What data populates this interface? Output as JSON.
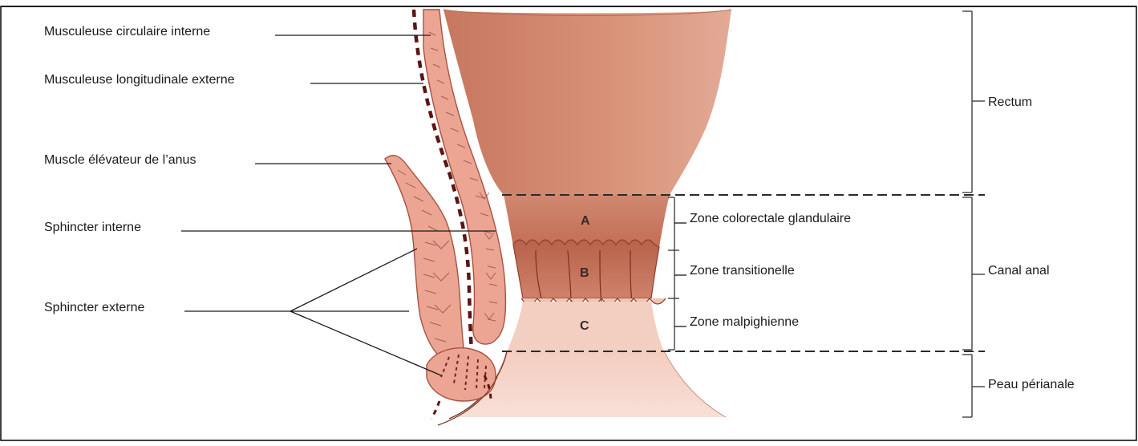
{
  "labels": {
    "musc_circ": "Musculeuse circulaire interne",
    "musc_long": "Musculeuse longitudinale externe",
    "levator": "Muscle élévateur de l’anus",
    "sph_int": "Sphincter interne",
    "sph_ext": "Sphincter externe",
    "zone_a_name": "Zone colorectale glandulaire",
    "zone_b_name": "Zone transitionelle",
    "zone_c_name": "Zone malpighienne",
    "rectum": "Rectum",
    "canal": "Canal anal",
    "peau": "Peau périanale"
  },
  "zones": {
    "a": "A",
    "b": "B",
    "c": "C"
  },
  "colors": {
    "rectum_dark": "#c97a62",
    "rectum_light": "#e3a894",
    "zone_a": "#c9735c",
    "zone_b": "#b4604a",
    "zone_c": "#f2cdbf",
    "skin": "#f5d6ca",
    "muscle_fill": "#e9a08f",
    "muscle_stroke": "#b05a4c",
    "dashed_muscle": "#5e1414"
  }
}
